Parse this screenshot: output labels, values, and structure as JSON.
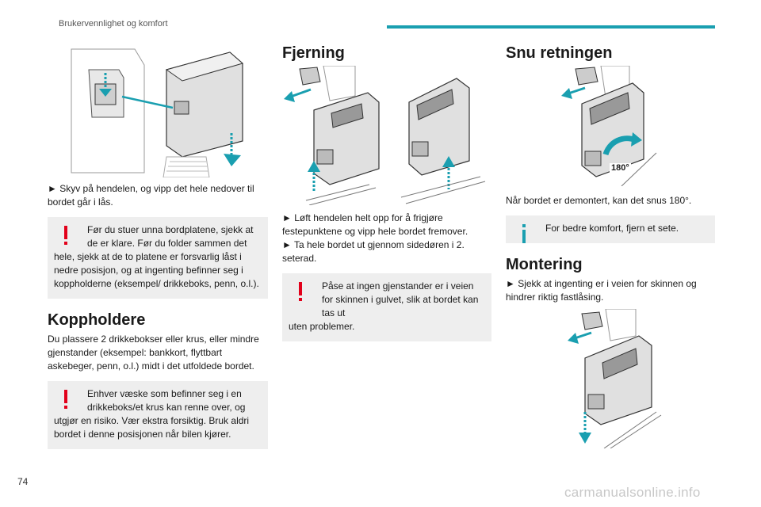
{
  "header": {
    "title": "Brukervennlighet og komfort",
    "accent": "#1a9fb0"
  },
  "page_number": "74",
  "watermark": "carmanualsonline.info",
  "col1": {
    "step": "► Skyv på hendelen, og vipp det hele nedover til bordet går i lås.",
    "warning": {
      "first": "Før du stuer unna bordplatene, sjekk at de er klare. Før du folder sammen det",
      "rest": "hele, sjekk at de to platene er forsvarlig låst i nedre posisjon, og at ingenting befinner seg i koppholderne (eksempel/ drikkeboks, penn, o.l.)."
    },
    "heading": "Koppholdere",
    "body": "Du plassere 2 drikkebokser eller krus, eller mindre gjenstander (eksempel: bankkort, flyttbart askebeger, penn, o.l.) midt i det utfoldede bordet.",
    "warning2": {
      "first": "Enhver væske som befinner seg i en drikkeboks/et krus kan renne over, og",
      "rest": "utgjør en risiko. Vær ekstra forsiktig. Bruk aldri bordet i denne posisjonen når bilen kjører."
    }
  },
  "col2": {
    "heading": "Fjerning",
    "step1": "► Løft hendelen helt opp for å frigjøre festepunktene og vipp hele bordet fremover.",
    "step2": "► Ta hele bordet ut gjennom sidedøren i 2. seterad.",
    "warning": {
      "first": "Påse at ingen gjenstander er i veien for skinnen i gulvet, slik at bordet kan tas ut",
      "rest": "uten problemer."
    }
  },
  "col3": {
    "heading": "Snu retningen",
    "angle_label": "180°",
    "body": "Når bordet er demontert, kan det snus 180°.",
    "info": "For bedre komfort, fjern et sete.",
    "heading2": "Montering",
    "step": "► Sjekk at ingenting er i veien for skinnen og hindrer riktig fastlåsing."
  },
  "colors": {
    "warning": "#e2001a",
    "info": "#1a9fb0",
    "note_bg": "#eeeeee"
  }
}
